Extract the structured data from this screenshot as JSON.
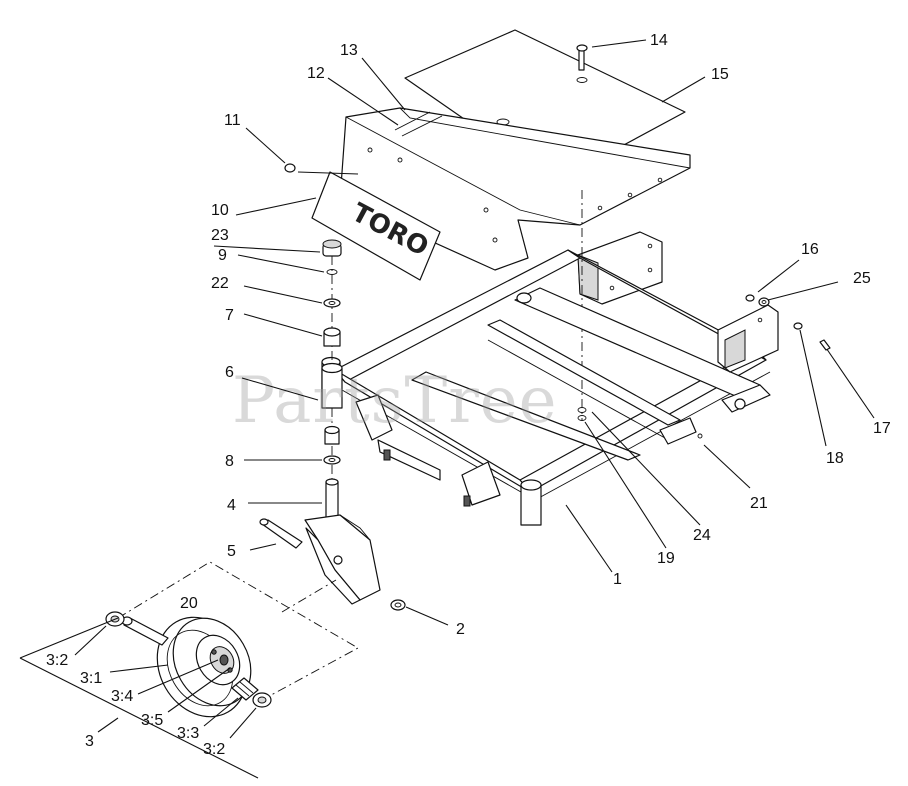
{
  "watermark": "PartsTree",
  "decal_text": "TORO",
  "callouts": {
    "c1": "1",
    "c2": "2",
    "c3": "3",
    "c3_1": "3:1",
    "c3_2a": "3:2",
    "c3_2b": "3:2",
    "c3_3": "3:3",
    "c3_4": "3:4",
    "c3_5": "3:5",
    "c4": "4",
    "c5": "5",
    "c6": "6",
    "c7": "7",
    "c8": "8",
    "c9": "9",
    "c10": "10",
    "c11": "11",
    "c12": "12",
    "c13": "13",
    "c14": "14",
    "c15": "15",
    "c16": "16",
    "c17": "17",
    "c18": "18",
    "c19": "19",
    "c20": "20",
    "c21": "21",
    "c22": "22",
    "c23": "23",
    "c24": "24",
    "c25": "25"
  }
}
